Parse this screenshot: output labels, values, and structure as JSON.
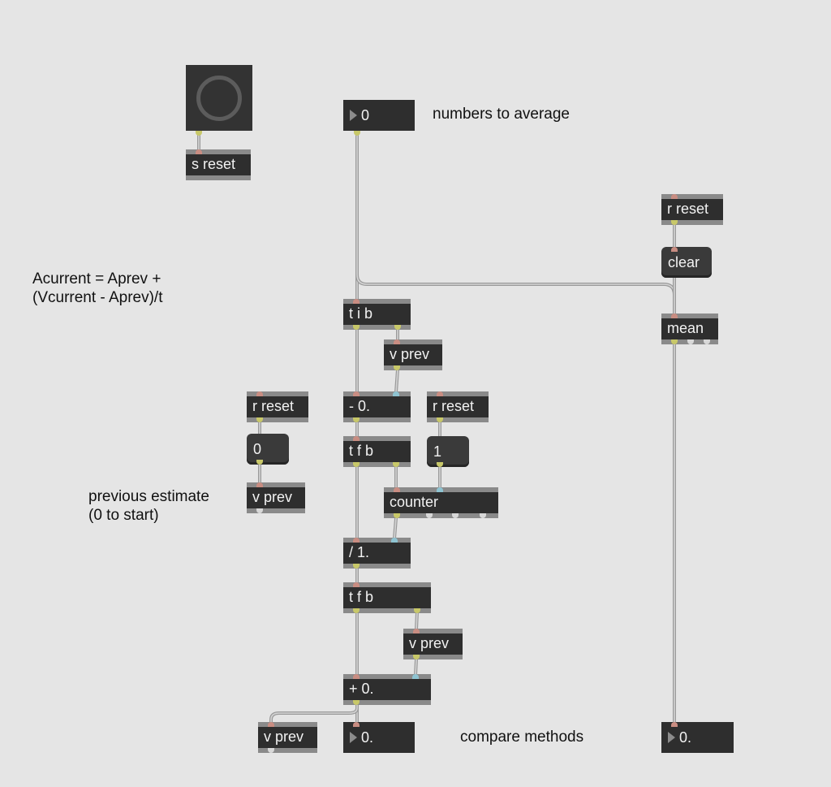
{
  "objects": {
    "s_reset": "s reset",
    "r_reset_mean": "r reset",
    "mean": "mean",
    "t_i_b": "t i b",
    "v_prev_top": "v prev",
    "sub": "- 0.",
    "r_reset_counter": "r reset",
    "t_f_b_1": "t f b",
    "r_reset_left": "r reset",
    "v_prev_left": "v prev",
    "counter": "counter",
    "div": "/ 1.",
    "t_f_b_2": "t f b",
    "v_prev_mid": "v prev",
    "add": "+ 0.",
    "v_prev_bottom": "v prev"
  },
  "messages": {
    "clear": "clear",
    "zero": "0",
    "one": "1"
  },
  "numbers": {
    "input": "0",
    "result_running": "0.",
    "result_mean": "0."
  },
  "comments": {
    "numbers_to_average": "numbers to average",
    "formula_line1": "Acurrent = Aprev +",
    "formula_line2": "(Vcurrent - Aprev)/t",
    "prev_estimate_line1": "previous estimate",
    "prev_estimate_line2": "(0 to start)",
    "compare_methods": "compare methods"
  },
  "colors": {
    "canvas": "#e5e5e5",
    "object_fill": "#2e2e2e",
    "object_border": "#8a8a8a",
    "patch_cord": "#9a9a9a",
    "inlet_hot": "#c98d82",
    "inlet_cold": "#8fc4d2",
    "outlet": "#c8c869"
  }
}
